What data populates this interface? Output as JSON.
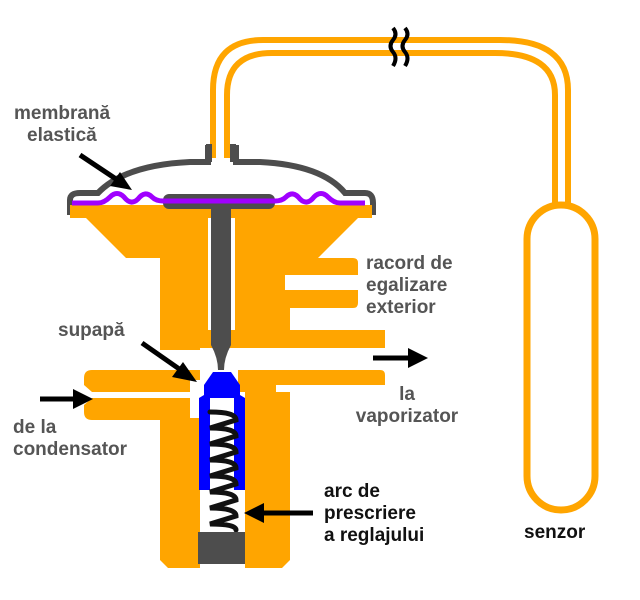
{
  "title": "Thermostatic expansion valve diagram",
  "colors": {
    "body": "#FFA500",
    "stem": "#4D4D4D",
    "membrane": "#A000FF",
    "valve": "#0000FF",
    "spring": "#000000",
    "arrow": "#000000",
    "text": "#555555"
  },
  "labels": {
    "membrane": [
      "membrană",
      "elastică"
    ],
    "equalizer": [
      "racord de",
      "egalizare",
      "exterior"
    ],
    "valve": [
      "supapă"
    ],
    "to_evaporator": [
      "la",
      "vaporizator"
    ],
    "from_condenser": [
      "de la",
      "condensator"
    ],
    "spring": [
      "arc de",
      "prescriere",
      "a reglajului"
    ],
    "sensor": [
      "senzor"
    ]
  }
}
